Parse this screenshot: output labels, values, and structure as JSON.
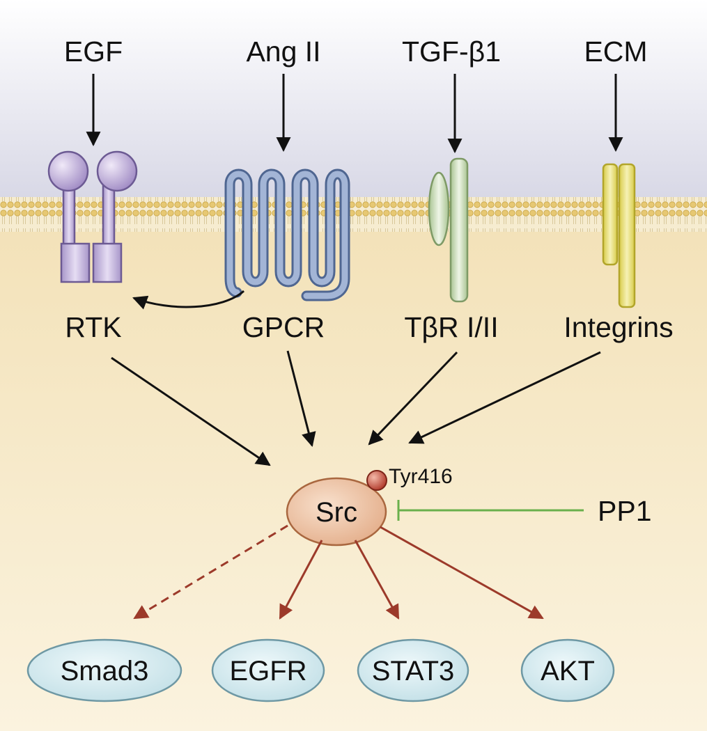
{
  "ligands": [
    "EGF",
    "Ang II",
    "TGF-β1",
    "ECM"
  ],
  "receptors": [
    "RTK",
    "GPCR",
    "TβR I/II",
    "Integrins"
  ],
  "kinase": "Src",
  "phosphosite": "Tyr416",
  "inhibitor": "PP1",
  "targets": [
    "Smad3",
    "EGFR",
    "STAT3",
    "AKT"
  ],
  "colors": {
    "rtk": "#b7a6d4",
    "gpcr": "#8ea3c7",
    "tgfbr": "#cfe0bf",
    "integrin": "#e9e08a",
    "src": "#ecc2a4",
    "target": "#cfe6ec",
    "inhibit": "#6ab04c",
    "downstream": "#9c3a2a"
  }
}
